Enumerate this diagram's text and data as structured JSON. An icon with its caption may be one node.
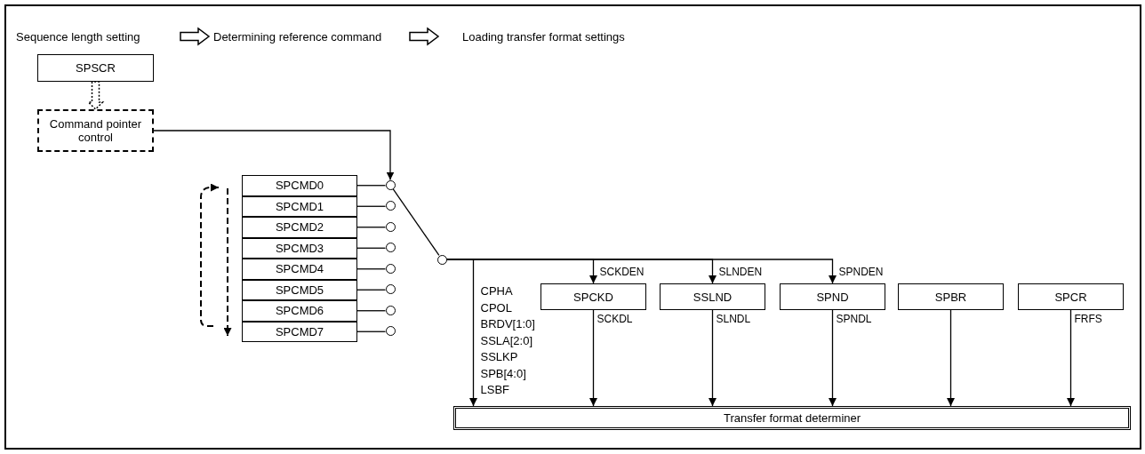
{
  "diagram": {
    "nodes": [
      {
        "text": [
          "Sequence length setting"
        ]
      },
      {
        "text": [
          "Determining reference command"
        ]
      },
      {
        "text": [
          "Loading transfer format settings"
        ]
      },
      {
        "text": [
          "SPSCR"
        ]
      },
      {
        "text": [
          "Command pointer control"
        ]
      },
      {
        "text": [
          "SPCMD0"
        ]
      },
      {
        "text": [
          "SPCMD1"
        ]
      },
      {
        "text": [
          "SPCMD2"
        ]
      },
      {
        "text": [
          "SPCMD3"
        ]
      },
      {
        "text": [
          "SPCMD4"
        ]
      },
      {
        "text": [
          "SPCMD5"
        ]
      },
      {
        "text": [
          "SPCMD6"
        ]
      },
      {
        "text": [
          "SPCMD7"
        ]
      },
      {
        "text": [],
        "shape": "circle"
      },
      {
        "text": [],
        "shape": "circle"
      },
      {
        "text": [],
        "shape": "circle"
      },
      {
        "text": [],
        "shape": "circle"
      },
      {
        "text": [],
        "shape": "circle"
      },
      {
        "text": [],
        "shape": "circle"
      },
      {
        "text": [],
        "shape": "circle"
      },
      {
        "text": [],
        "shape": "circle"
      },
      {
        "text": [],
        "shape": "circle"
      },
      {
        "text": [
          "SPCKD"
        ]
      },
      {
        "text": [
          "SSLND"
        ]
      },
      {
        "text": [
          "SPND"
        ]
      },
      {
        "text": [
          "SPBR"
        ]
      },
      {
        "text": [
          "SPCR"
        ]
      },
      {
        "text": [
          "Transfer format determiner"
        ]
      }
    ],
    "edges": [
      {
        "from": 0,
        "to": 1,
        "arrow": "to"
      },
      {
        "from": 1,
        "to": 2,
        "arrow": "to"
      },
      {
        "from": 3,
        "to": 4,
        "arrow": "to",
        "style": "dashed"
      },
      {
        "from": 4,
        "to": 13,
        "arrow": "to"
      },
      {
        "from": 5,
        "to": 13,
        "arrow": "none"
      },
      {
        "from": 6,
        "to": 14,
        "arrow": "none"
      },
      {
        "from": 7,
        "to": 15,
        "arrow": "none"
      },
      {
        "from": 8,
        "to": 16,
        "arrow": "none"
      },
      {
        "from": 9,
        "to": 17,
        "arrow": "none"
      },
      {
        "from": 10,
        "to": 18,
        "arrow": "none"
      },
      {
        "from": 11,
        "to": 19,
        "arrow": "none"
      },
      {
        "from": 12,
        "to": 20,
        "arrow": "none"
      },
      {
        "from": 13,
        "to": 21,
        "arrow": "none"
      },
      {
        "from": 21,
        "to": 27,
        "arrow": "to",
        "label": "CPHA CPOL BRDV[1:0] SSLA[2:0] SSLKP SPB[4:0] LSBF"
      },
      {
        "from": 21,
        "to": 22,
        "arrow": "to",
        "label": "SCKDEN"
      },
      {
        "from": 21,
        "to": 23,
        "arrow": "to",
        "label": "SLNDEN"
      },
      {
        "from": 21,
        "to": 24,
        "arrow": "to",
        "label": "SPNDEN"
      },
      {
        "from": 22,
        "to": 27,
        "arrow": "to",
        "label": "SCKDL"
      },
      {
        "from": 23,
        "to": 27,
        "arrow": "to",
        "label": "SLNDL"
      },
      {
        "from": 24,
        "to": 27,
        "arrow": "to",
        "label": "SPNDL"
      },
      {
        "from": 25,
        "to": 27,
        "arrow": "to"
      },
      {
        "from": 26,
        "to": 27,
        "arrow": "to",
        "label": "FRFS"
      }
    ]
  }
}
